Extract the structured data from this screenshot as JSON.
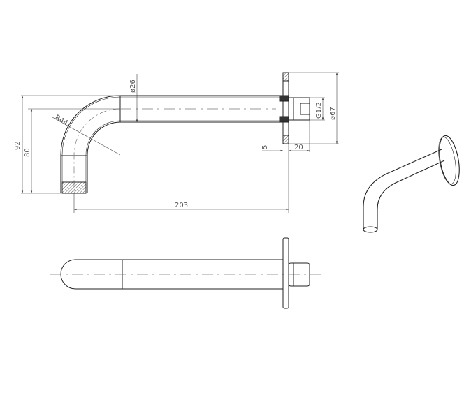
{
  "dimensions": {
    "overall_height": "92",
    "outlet_height": "80",
    "bend_radius": "R44",
    "pipe_diameter": "ø26",
    "thread": "G1/2",
    "flange_diameter": "ø67",
    "flange_thickness": "5",
    "nut_length": "20",
    "projection": "203"
  }
}
